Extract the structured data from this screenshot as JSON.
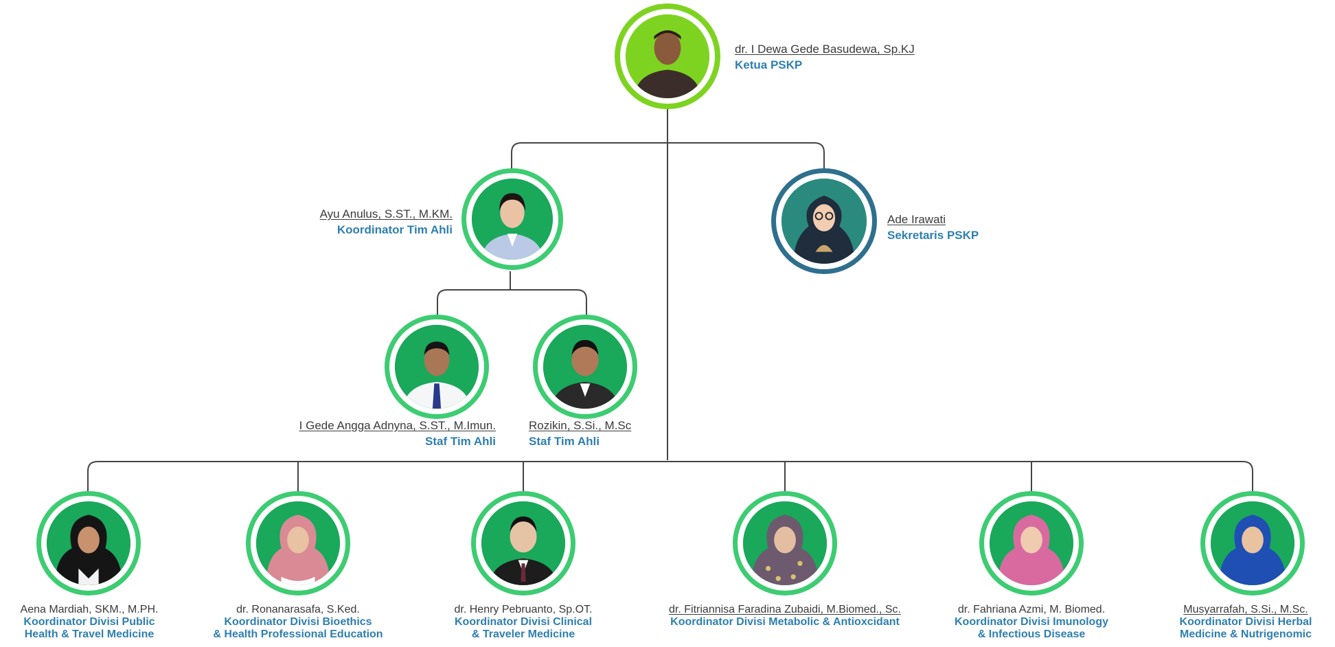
{
  "colors": {
    "green_ring": "#3dcc72",
    "green_fill": "#1aa85b",
    "lime_ring": "#7ed321",
    "blue_ring": "#2e6f8e",
    "role_text": "#2e7fb0",
    "name_text": "#3a3a3a",
    "line": "#444444"
  },
  "head": {
    "name": "dr. I Dewa Gede Basudewa, Sp.KJ",
    "role": "Ketua PSKP",
    "icon": "person-photo"
  },
  "coordinator": {
    "name": "Ayu Anulus, S.ST., M.KM.",
    "role": "Koordinator Tim Ahli",
    "icon": "person-photo"
  },
  "secretary": {
    "name": "Ade Irawati",
    "role": "Sekretaris PSKP",
    "icon": "person-photo"
  },
  "staff": [
    {
      "name": "I Gede Angga Adnyna, S.ST., M.Imun.",
      "role": "Staf Tim Ahli"
    },
    {
      "name": "Rozikin, S.Si., M.Sc",
      "role": "Staf Tim Ahli"
    }
  ],
  "divisions": [
    {
      "name": "Aena Mardiah, SKM., M.PH.",
      "role_line1": "Koordinator Divisi Public",
      "role_line2": "Health & Travel Medicine"
    },
    {
      "name": "dr. Ronanarasafa, S.Ked.",
      "role_line1": "Koordinator Divisi Bioethics",
      "role_line2": "& Health Professional Education"
    },
    {
      "name": "dr. Henry Pebruanto, Sp.OT.",
      "role_line1": "Koordinator Divisi Clinical",
      "role_line2": "& Traveler Medicine"
    },
    {
      "name": "dr. Fitriannisa Faradina Zubaidi, M.Biomed., Sc.",
      "role_line1": "Koordinator Divisi Metabolic & Antioxcidant",
      "role_line2": ""
    },
    {
      "name": "dr. Fahriana Azmi, M. Biomed.",
      "role_line1": "Koordinator Divisi Imunology",
      "role_line2": "& Infectious Disease"
    },
    {
      "name": "Musyarrafah, S.Si., M.Sc.",
      "role_line1": "Koordinator Divisi Herbal",
      "role_line2": "Medicine & Nutrigenomic"
    }
  ]
}
